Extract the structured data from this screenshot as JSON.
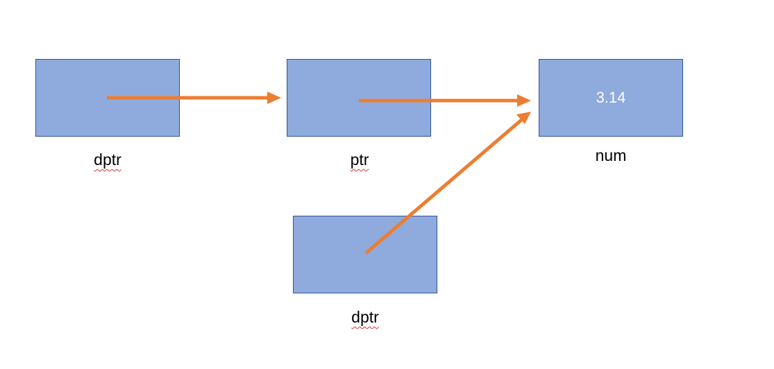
{
  "colors": {
    "box_fill": "#8faadc",
    "box_border": "#2f528f",
    "arrow": "#ed7d31",
    "value_text": "#ffffff",
    "label_text": "#000000",
    "spellcheck_underline": "#e03030"
  },
  "nodes": {
    "dptr_top": {
      "label": "dptr",
      "value": ""
    },
    "ptr": {
      "label": "ptr",
      "value": ""
    },
    "num": {
      "label": "num",
      "value": "3.14"
    },
    "dptr_bottom": {
      "label": "dptr",
      "value": ""
    }
  },
  "edges": [
    {
      "from": "dptr_top",
      "to": "ptr"
    },
    {
      "from": "ptr",
      "to": "num"
    },
    {
      "from": "dptr_bottom",
      "to": "num"
    }
  ]
}
